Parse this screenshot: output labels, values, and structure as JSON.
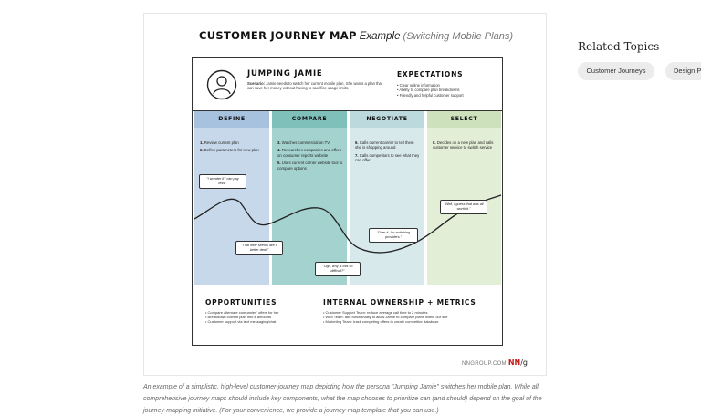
{
  "map": {
    "title_bold": "CUSTOMER JOURNEY MAP",
    "title_italic": "Example",
    "title_light": "(Switching Mobile Plans)",
    "persona": {
      "name": "JUMPING JAMIE",
      "scenario_label": "Scenario:",
      "scenario_text": "Jamie needs to switch her current mobile plan. She wants a plan that can save her money without having to sacrifice usage limits."
    },
    "expectations": {
      "title": "EXPECTATIONS",
      "items": [
        "Clear online information",
        "Ability to compare plan breakdowns",
        "Friendly and helpful customer support"
      ]
    },
    "phases": [
      {
        "name": "DEFINE",
        "steps": [
          {
            "num": "1.",
            "text": "Review current plan"
          },
          {
            "num": "2.",
            "text": "Define parameters for new plan"
          }
        ]
      },
      {
        "name": "COMPARE",
        "steps": [
          {
            "num": "3.",
            "text": "Watches commercial on TV"
          },
          {
            "num": "4.",
            "text": "Researches companies and offers on consumer reports website"
          },
          {
            "num": "5.",
            "text": "Uses current carrier website tool to compare options"
          }
        ]
      },
      {
        "name": "NEGOTIATE",
        "steps": [
          {
            "num": "6.",
            "text": "Calls current carrier to tell them she is shopping around"
          },
          {
            "num": "7.",
            "text": "Calls competitors to see what they can offer"
          }
        ]
      },
      {
        "name": "SELECT",
        "steps": [
          {
            "num": "8.",
            "text": "Decides on a new plan and calls customer service to switch service"
          }
        ]
      }
    ],
    "quotes": [
      "\"I wonder if I can pay less.\"",
      "\"That offer seems like a better deal.\"",
      "\"Ugh, why is this so difficult?\"",
      "\"Over it. I'm switching providers.\"",
      "\"Well, I guess that was all worth it.\""
    ],
    "opportunities": {
      "title": "OPPORTUNITIES",
      "items": [
        "Compare alternate companies' offers for her",
        "Breakdown current plan into $ amounts",
        "Customer support via text messaging/chat"
      ]
    },
    "ownership": {
      "title": "INTERNAL OWNERSHIP + METRICS",
      "items": [
        "Customer Support Team: reduce average call time to 2 minutes",
        "Web Team: add functionality to allow Jamie to compare plans within our site",
        "Marketing Team: track competing offers to create competitor database"
      ]
    },
    "credit": "NNGROUP.COM",
    "brand_main": "NN",
    "brand_sub": "/g"
  },
  "caption": "An example of a simplistic, high-level customer-journey map depicting how the persona \"Jumping Jamie\" switches her mobile plan. While all comprehensive journey maps should include key components, what the map chooses to prioritize can (and should) depend on the goal of the journey-mapping initiative. (For your convenience, we provide a journey-map template that you can use.)",
  "related": {
    "title": "Related Topics",
    "topics": [
      "Customer Journeys",
      "Design Process"
    ]
  },
  "colors": {
    "define": "#c6d8ea",
    "compare": "#a4d3cf",
    "negotiate": "#d8e9ec",
    "select": "#e2eed6",
    "brand": "#c21b17"
  }
}
